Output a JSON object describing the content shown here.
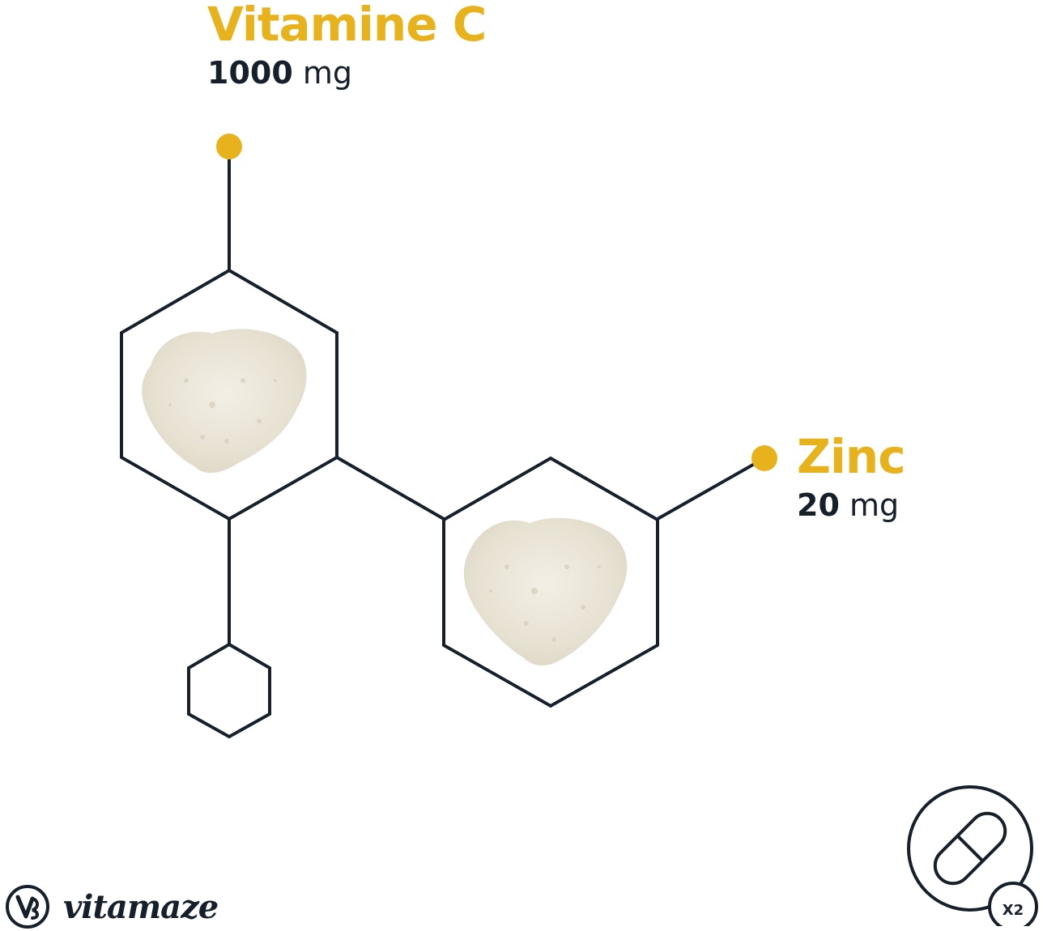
{
  "ingredients": [
    {
      "name": "Vitamine C",
      "amount": "1000",
      "unit": "mg"
    },
    {
      "name": "Zinc",
      "amount": "20",
      "unit": "mg"
    }
  ],
  "brand": {
    "name": "vitamaze"
  },
  "dose_badge": {
    "label": "X2",
    "icon": "capsule-icon"
  },
  "colors": {
    "accent": "#e8b21d",
    "line": "#16202a",
    "powder": "#ece7db"
  }
}
